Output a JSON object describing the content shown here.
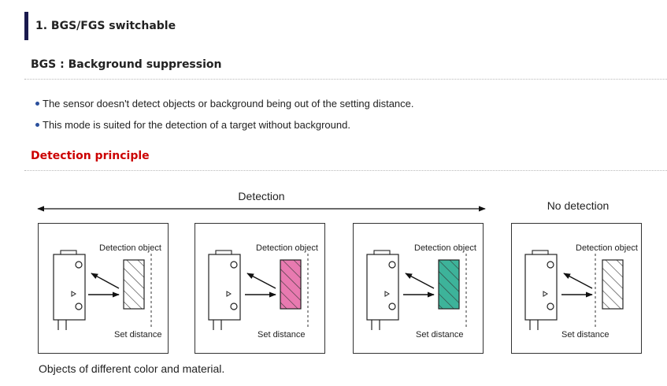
{
  "section": {
    "title": "1. BGS/FGS switchable"
  },
  "subsection": {
    "title": "BGS : Background suppression"
  },
  "bullets": [
    "The sensor doesn't detect objects or background being out of the setting distance.",
    "This mode is suited for the detection of a target without background."
  ],
  "principle": {
    "title": "Detection principle"
  },
  "diagram": {
    "detection_label": "Detection",
    "no_detection_label": "No detection",
    "panels": [
      {
        "object_label": "Detection object",
        "distance_label": "Set distance",
        "object_color": "#ffffff"
      },
      {
        "object_label": "Detection object",
        "distance_label": "Set distance",
        "object_color": "#e87ab0"
      },
      {
        "object_label": "Detection object",
        "distance_label": "Set distance",
        "object_color": "#3db39a"
      },
      {
        "object_label": "Detection object",
        "distance_label": "Set distance",
        "object_color": "#ffffff"
      }
    ],
    "caption": "Objects of different color and material."
  }
}
